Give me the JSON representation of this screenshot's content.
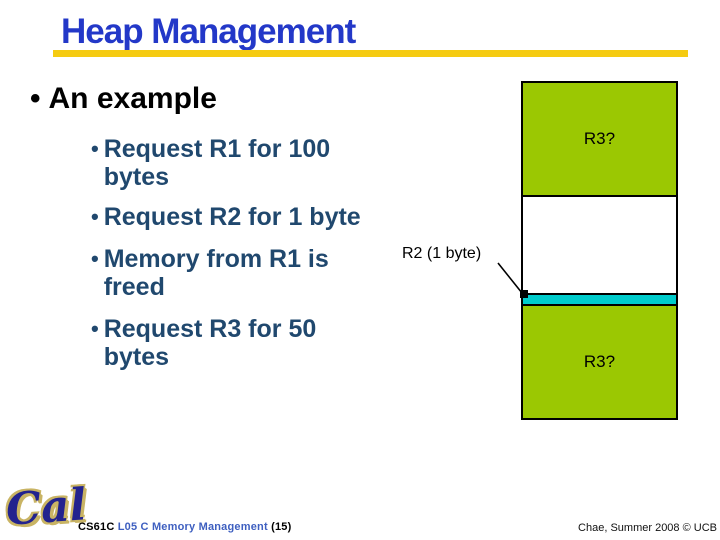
{
  "slide": {
    "title": "Heap Management",
    "marker": "•",
    "bullet": "An example",
    "sub_bullets": [
      {
        "line1": "Request R1 for 100",
        "line2": "bytes"
      },
      {
        "line1": "Request R2 for 1 byte",
        "line2": ""
      },
      {
        "line1": "Memory from R1 is",
        "line2": "freed"
      },
      {
        "line1": "Request R3 for 50",
        "line2": "bytes"
      }
    ]
  },
  "diagram": {
    "annotation": "R2 (1 byte)",
    "blocks": [
      {
        "label": "R3?",
        "fill": "#9BC802"
      },
      {
        "label": "",
        "fill": "#FFFFFF"
      },
      {
        "label": "",
        "fill": "#00CCCC"
      },
      {
        "label": "R3?",
        "fill": "#9BC802"
      }
    ]
  },
  "footer": {
    "logo": "Cal",
    "course": "CS61C",
    "lecture": "L05 C Memory Management",
    "page": "(15)",
    "credit": "Chae, Summer 2008 © UCB"
  },
  "colors": {
    "title_blue": "#2338C8",
    "underline_gold": "#F5CB11",
    "body_navy": "#20486E",
    "block_green": "#9BC802",
    "block_cyan": "#00CCCC",
    "footer_blue": "#3E5FC0",
    "logo_blue": "#23238E",
    "logo_outline_tan": "#C9B464"
  }
}
